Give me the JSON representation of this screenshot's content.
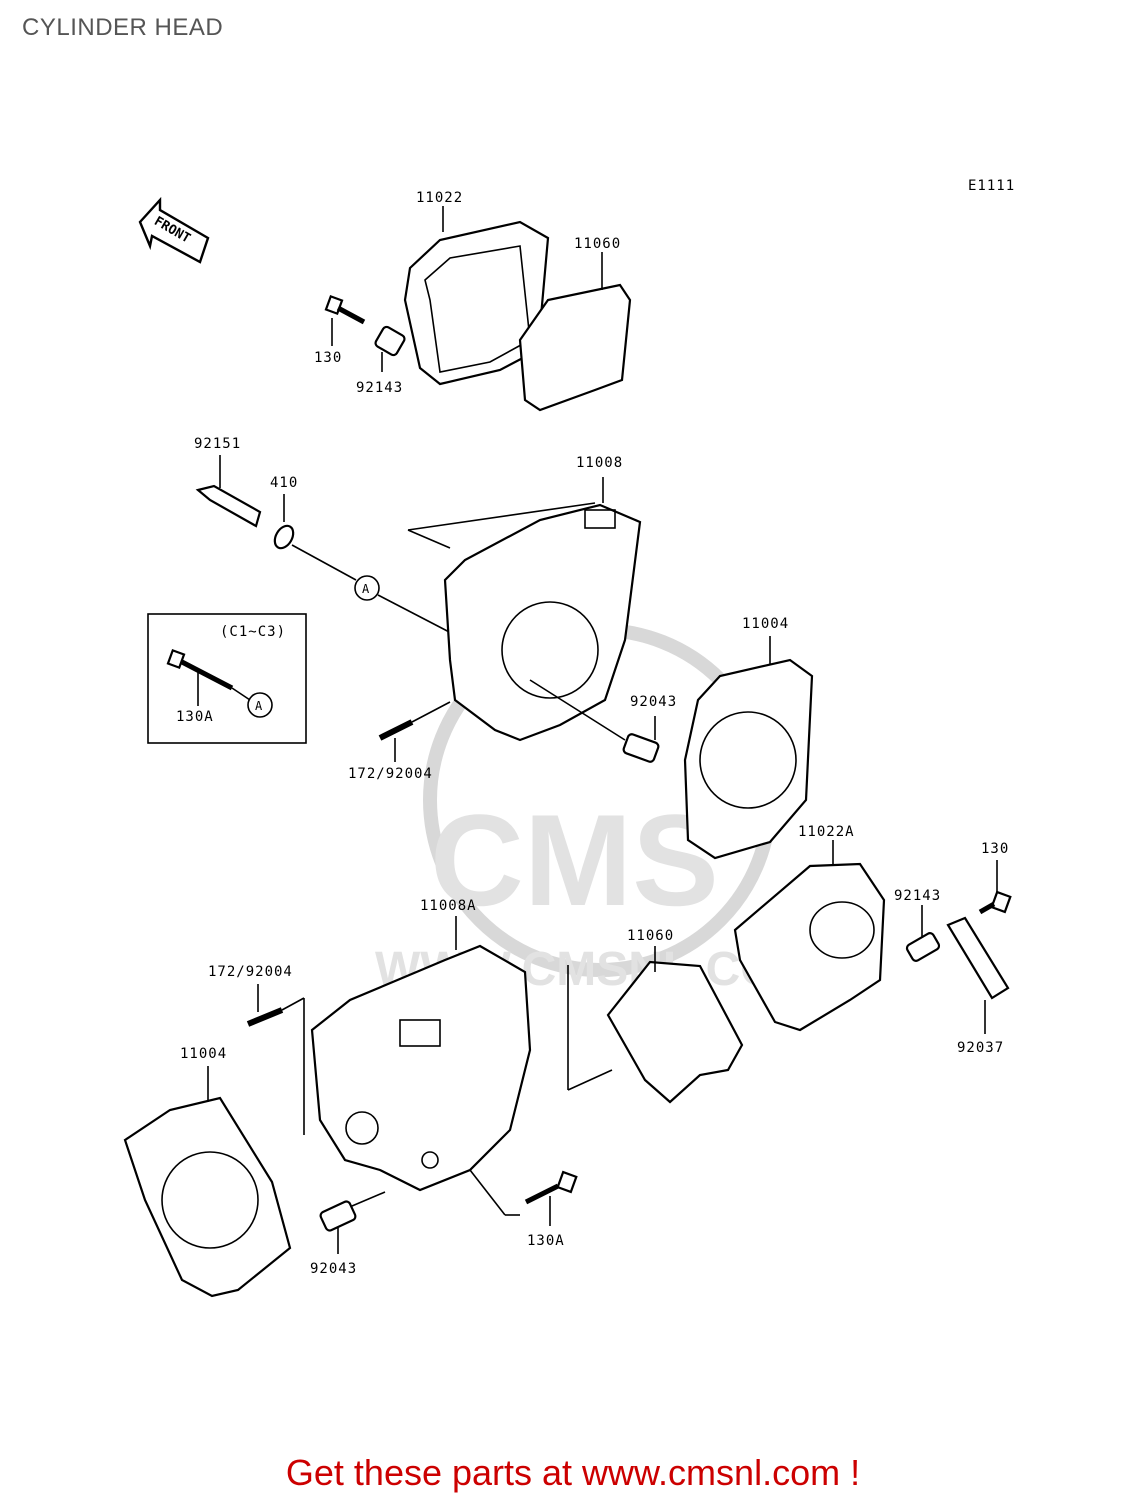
{
  "title": "CYLINDER HEAD",
  "diagram_code": "E1111",
  "front_label": "FRONT",
  "inset_label": "(C1~C3)",
  "ref_marker": "A",
  "watermark": {
    "logo_text": "CMS",
    "url_text": "WWW.CMSNL.COM"
  },
  "labels": {
    "p11022": "11022",
    "p11060_top": "11060",
    "p130_top": "130",
    "p92143_top": "92143",
    "p92151": "92151",
    "p410": "410",
    "p11008": "11008",
    "p130A_inset": "130A",
    "p92043_top": "92043",
    "p11004_right": "11004",
    "p172_top": "172/92004",
    "p11022A": "11022A",
    "p130_right": "130",
    "p92143_right": "92143",
    "p11008A": "11008A",
    "p11060_bottom": "11060",
    "p172_bottom": "172/92004",
    "p92037": "92037",
    "p11004_left": "11004",
    "p130A_bottom": "130A",
    "p92043_bottom": "92043"
  },
  "footer": "Get these parts at www.cmsnl.com !"
}
